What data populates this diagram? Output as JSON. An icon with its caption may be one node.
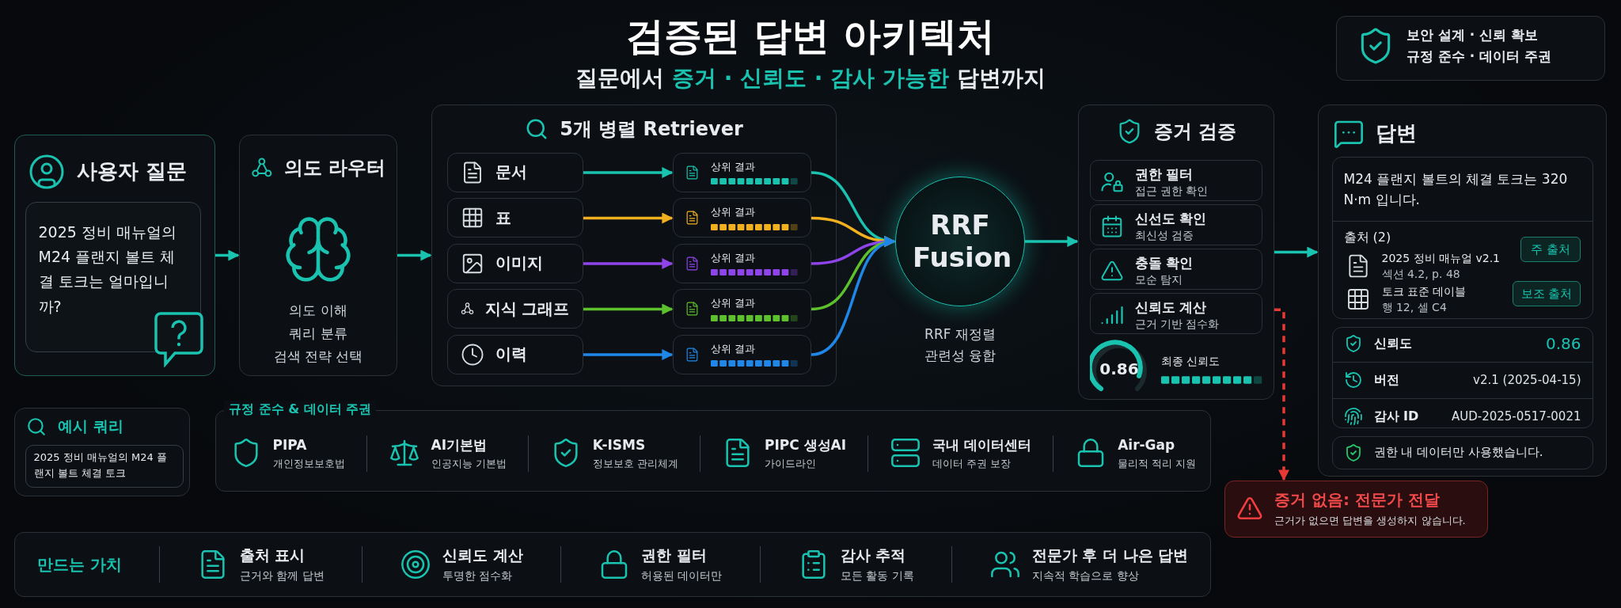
{
  "diagram": {
    "title": "검증된 답변 아키텍처",
    "nodes": [
      {
        "text": [
          "사용자 질문"
        ]
      },
      {
        "text": [
          "2025 정비 매뉴얼의 M24 플랜지 볼트 체결 토크는 얼마입니까?"
        ],
        "in": 0
      },
      {
        "text": [
          "의도 라우터",
          "의도 이해",
          "쿼리 분류",
          "검색 전략 선택"
        ]
      },
      {
        "text": [
          "5개 병렬 Retriever"
        ]
      },
      {
        "text": [
          "문서"
        ],
        "in": 3
      },
      {
        "text": [
          "표"
        ],
        "in": 3
      },
      {
        "text": [
          "이미지"
        ],
        "in": 3
      },
      {
        "text": [
          "지식 그래프"
        ],
        "in": 3
      },
      {
        "text": [
          "이력"
        ],
        "in": 3
      },
      {
        "text": [
          "상위 결과"
        ],
        "in": 3
      },
      {
        "text": [
          "상위 결과"
        ],
        "in": 3
      },
      {
        "text": [
          "상위 결과"
        ],
        "in": 3
      },
      {
        "text": [
          "상위 결과"
        ],
        "in": 3
      },
      {
        "text": [
          "상위 결과"
        ],
        "in": 3
      },
      {
        "text": [
          "RRF Fusion"
        ],
        "beside": [
          "RRF 재정렬",
          "관련성 융합"
        ]
      },
      {
        "text": [
          "증거 검증",
          "0.86",
          "최종 신뢰도"
        ]
      },
      {
        "text": [
          "권한 필터",
          "접근 권한 확인"
        ],
        "in": 15
      },
      {
        "text": [
          "신선도 확인",
          "최신성 검증"
        ],
        "in": 15
      },
      {
        "text": [
          "충돌 확인",
          "모순 탐지"
        ],
        "in": 15
      },
      {
        "text": [
          "신뢰도 계산",
          "근거 기반 점수화"
        ],
        "in": 15
      },
      {
        "text": [
          "답변"
        ]
      },
      {
        "text": [
          "M24 플랜지 볼트의 체결 토크는 320 N·m 입니다.",
          "출처 (2)",
          "2025 정비 매뉴얼 v2.1",
          "섹션 4.2, p. 48",
          "토크 표준 데이블",
          "행 12, 셀 C4"
        ],
        "in": 20
      },
      {
        "text": [
          "주 출처"
        ],
        "in": 21
      },
      {
        "text": [
          "보조 출처"
        ],
        "in": 21
      },
      {
        "text": [
          "신뢰도",
          "0.86",
          "버전",
          "v2.1 (2025-04-15)",
          "감사 ID",
          "AUD-2025-0517-0021"
        ],
        "in": 20
      },
      {
        "text": [
          "권한 내 데이터만 사용했습니다."
        ],
        "in": 20
      },
      {
        "text": [
          "증거 없음: 전문가 전달",
          "근거가 없으면 답변을 생성하지 않습니다."
        ]
      },
      {
        "text": [
          "예시 쿼리"
        ]
      },
      {
        "text": [
          "2025 정비 매뉴얼의 M24 플랜지 볼트 체결 토크"
        ],
        "in": 27
      },
      {
        "text": [
          "규정 준수 & 데이터 주권",
          "PIPA",
          "개인정보보호법",
          "AI기본법",
          "인공지능 기본법",
          "K-ISMS",
          "정보보호 관리체계",
          "PIPC 생성AI",
          "가이드라인",
          "국내 데이터센터",
          "데이터 주권 보장",
          "Air-Gap",
          "물리적 적리 지원"
        ]
      },
      {
        "text": [
          "만드는 가치",
          "출처 표시",
          "근거와 함께 답변",
          "신뢰도 계산",
          "투명한 점수화",
          "권한 필터",
          "허용된 데이터만",
          "감사 추적",
          "모든 활동 기록",
          "전문가 후 더 나은 답변",
          "지속적 학습으로 향상"
        ]
      },
      {
        "text": [
          "보안 설계 · 신뢰 확보",
          "규정 준수 · 데이터 주권"
        ]
      }
    ],
    "edges": [
      {
        "from": 0,
        "to": 2,
        "arrow": "to"
      },
      {
        "from": 2,
        "to": 3,
        "arrow": "to"
      },
      {
        "from": 4,
        "to": 9,
        "arrow": "to"
      },
      {
        "from": 5,
        "to": 10,
        "arrow": "to",
        "color": "#f2b01e"
      },
      {
        "from": 6,
        "to": 11,
        "arrow": "to",
        "color": "#8e44e8"
      },
      {
        "from": 7,
        "to": 12,
        "arrow": "to",
        "color": "#5cc12c"
      },
      {
        "from": 8,
        "to": 13,
        "arrow": "to",
        "color": "#1f87e8"
      },
      {
        "from": 9,
        "to": 14,
        "arrow": "to"
      },
      {
        "from": 10,
        "to": 14,
        "arrow": "to",
        "color": "#f2b01e"
      },
      {
        "from": 11,
        "to": 14,
        "arrow": "to",
        "color": "#8e44e8"
      },
      {
        "from": 12,
        "to": 14,
        "arrow": "to",
        "color": "#5cc12c"
      },
      {
        "from": 13,
        "to": 14,
        "arrow": "to",
        "color": "#1f87e8"
      },
      {
        "from": 14,
        "to": 15,
        "arrow": "to"
      },
      {
        "from": 15,
        "to": 20,
        "arrow": "to"
      },
      {
        "from": 15,
        "to": 26,
        "arrow": "to",
        "style": "dashed",
        "color": "#e53935"
      }
    ],
    "labels": [
      "질문에서 **증거 · 신뢰도 · 감사 가능한** 답변까지"
    ]
  }
}
